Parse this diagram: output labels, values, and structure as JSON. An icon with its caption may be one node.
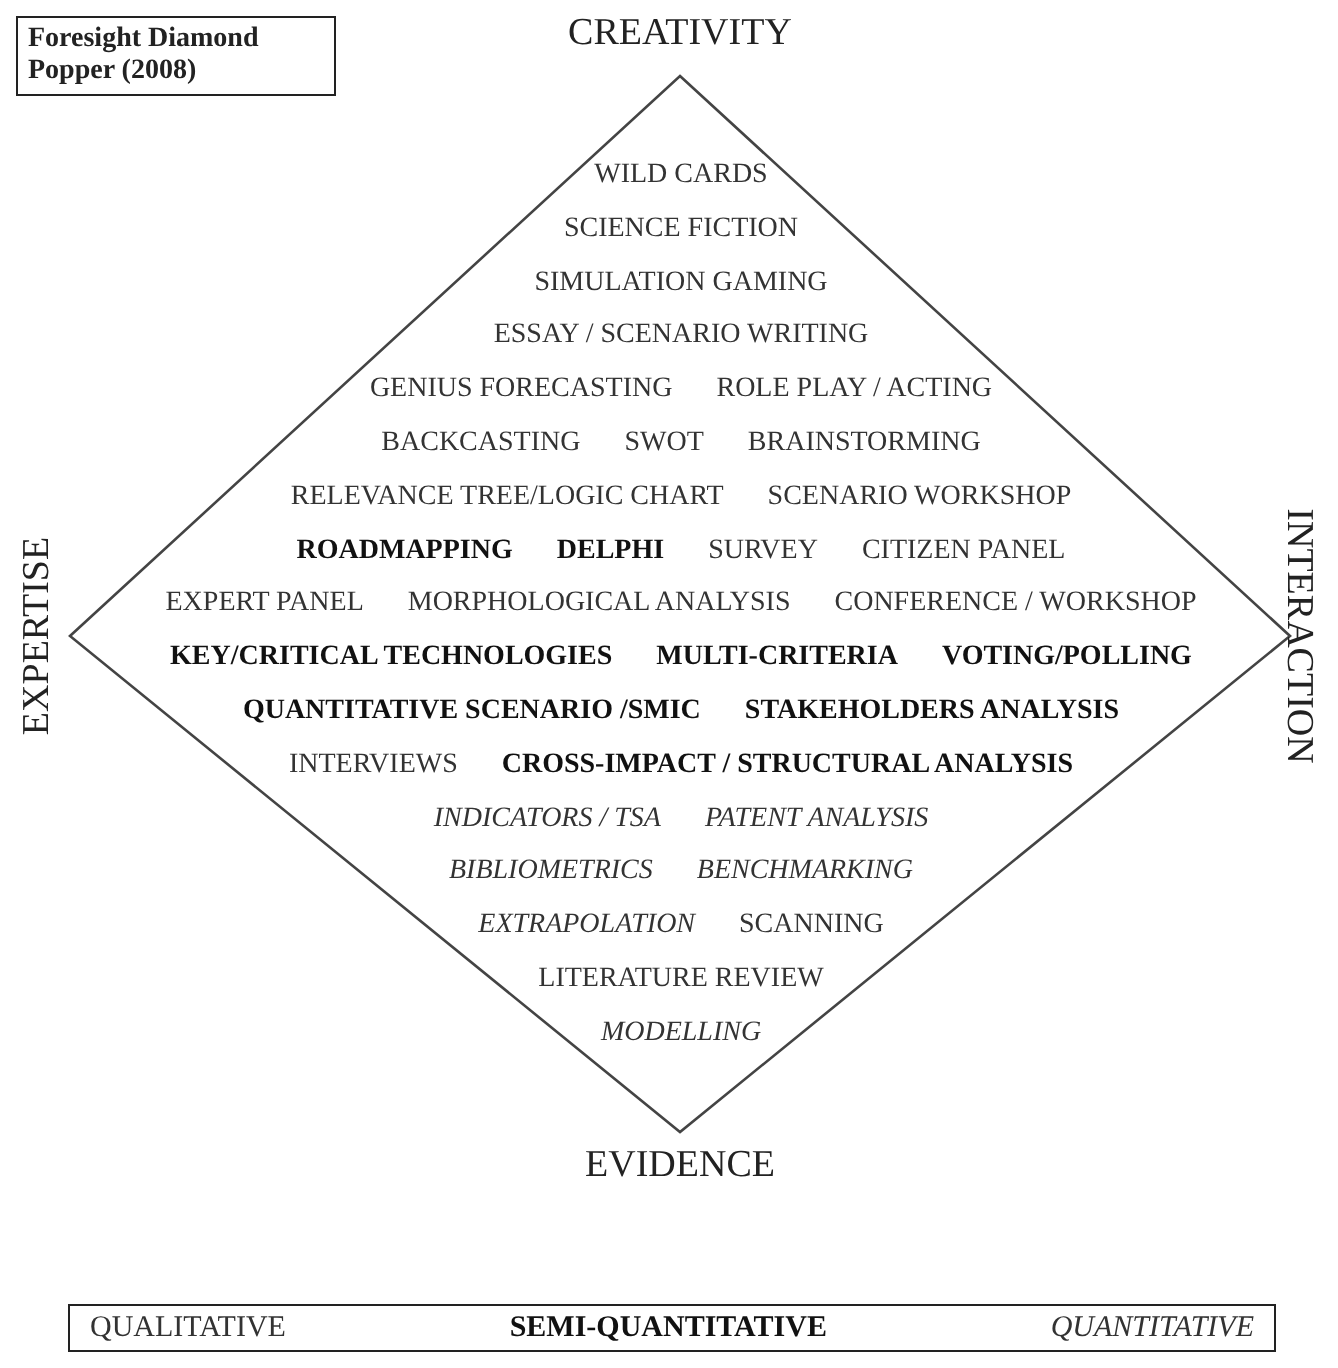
{
  "diagram": {
    "nodes": [
      {
        "text": [
          "Foresight Diamond Popper (2008)"
        ]
      },
      {
        "text": [
          "WILD CARDS",
          "SCIENCE FICTION",
          "SIMULATION GAMING",
          "ESSAY / SCENARIO WRITING",
          "GENIUS FORECASTING",
          "ROLE PLAY / ACTING",
          "BACKCASTING",
          "SWOT",
          "BRAINSTORMING",
          "RELEVANCE TREE/LOGIC CHART",
          "SCENARIO WORKSHOP",
          "ROADMAPPING",
          "DELPHI",
          "SURVEY",
          "CITIZEN PANEL",
          "EXPERT PANEL",
          "MORPHOLOGICAL ANALYSIS",
          "CONFERENCE / WORKSHOP",
          "KEY/CRITICAL TECHNOLOGIES",
          "MULTI-CRITERIA",
          "VOTING/POLLING",
          "QUANTITATIVE SCENARIO /SMIC",
          "STAKEHOLDERS ANALYSIS",
          "INTERVIEWS",
          "CROSS-IMPACT / STRUCTURAL ANALYSIS",
          "INDICATORS / TSA",
          "PATENT ANALYSIS",
          "BIBLIOMETRICS",
          "BENCHMARKING",
          "EXTRAPOLATION",
          "SCANNING",
          "LITERATURE REVIEW",
          "MODELLING"
        ]
      },
      {
        "text": [
          "QUALITATIVE",
          "SEMI-QUANTITATIVE",
          "QUANTITATIVE"
        ]
      }
    ],
    "labels": [
      "CREATIVITY",
      "EXPERTISE",
      "INTERACTION",
      "EVIDENCE"
    ]
  }
}
